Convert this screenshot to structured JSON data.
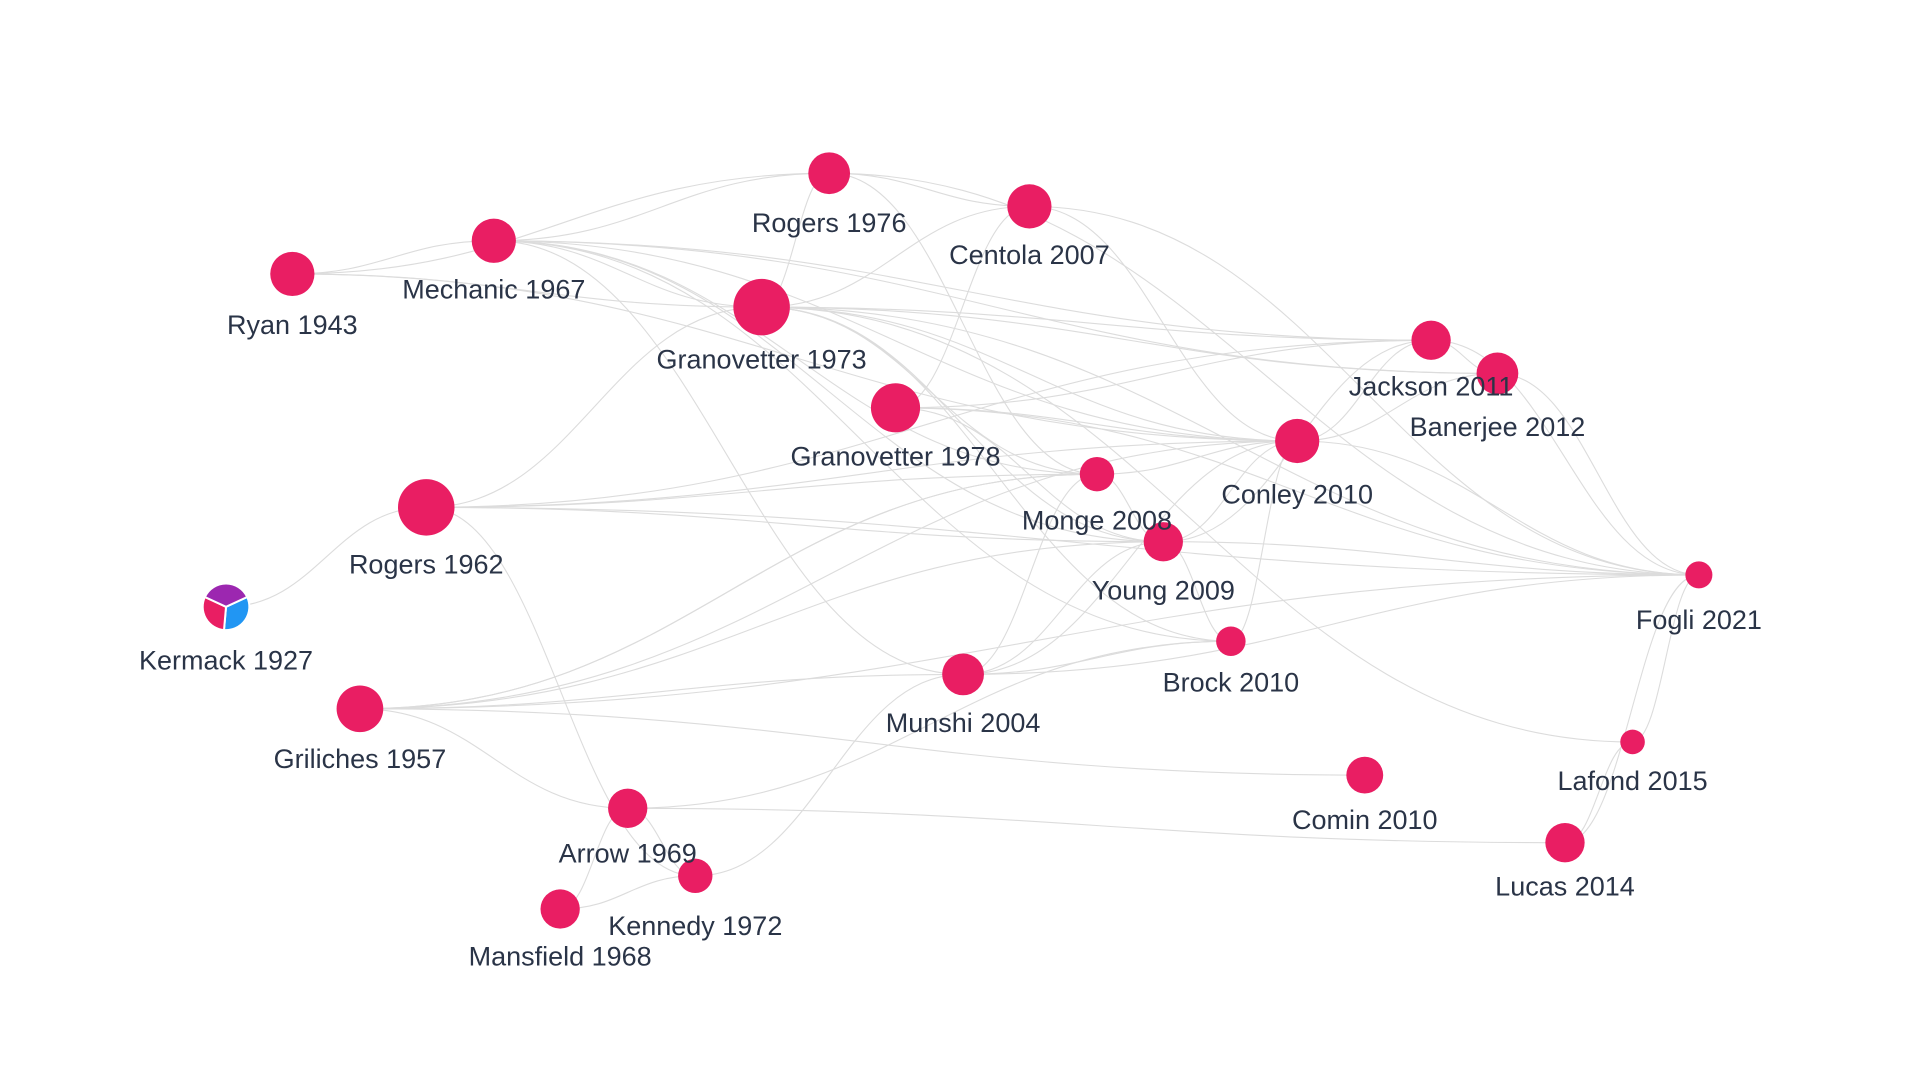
{
  "colors": {
    "node": "#e91e63",
    "edge": "#dcdcdc",
    "label": "#2a3447",
    "pie": [
      "#2196f3",
      "#e91e63",
      "#9c27b0"
    ]
  },
  "nodes": [
    {
      "id": "ryan1943",
      "label": "Ryan 1943"
    },
    {
      "id": "mechanic1967",
      "label": "Mechanic 1967"
    },
    {
      "id": "rogers1976",
      "label": "Rogers 1976"
    },
    {
      "id": "centola2007",
      "label": "Centola 2007"
    },
    {
      "id": "granovetter1973",
      "label": "Granovetter 1973"
    },
    {
      "id": "jackson2011",
      "label": "Jackson 2011"
    },
    {
      "id": "banerjee2012",
      "label": "Banerjee 2012"
    },
    {
      "id": "granovetter1978",
      "label": "Granovetter 1978"
    },
    {
      "id": "conley2010",
      "label": "Conley 2010"
    },
    {
      "id": "monge2008",
      "label": "Monge 2008"
    },
    {
      "id": "rogers1962",
      "label": "Rogers 1962"
    },
    {
      "id": "young2009",
      "label": "Young 2009"
    },
    {
      "id": "fogli2021",
      "label": "Fogli 2021"
    },
    {
      "id": "kermack1927",
      "label": "Kermack 1927"
    },
    {
      "id": "brock2010",
      "label": "Brock 2010"
    },
    {
      "id": "munshi2004",
      "label": "Munshi 2004"
    },
    {
      "id": "griliches1957",
      "label": "Griliches 1957"
    },
    {
      "id": "lafond2015",
      "label": "Lafond 2015"
    },
    {
      "id": "comin2010",
      "label": "Comin 2010"
    },
    {
      "id": "arrow1969",
      "label": "Arrow 1969"
    },
    {
      "id": "lucas2014",
      "label": "Lucas 2014"
    },
    {
      "id": "kennedy1972",
      "label": "Kennedy 1972"
    },
    {
      "id": "mansfield1968",
      "label": "Mansfield 1968"
    }
  ],
  "edges": [
    [
      "ryan1943",
      "mechanic1967"
    ],
    [
      "ryan1943",
      "granovetter1973"
    ],
    [
      "ryan1943",
      "conley2010"
    ],
    [
      "ryan1943",
      "rogers1976"
    ],
    [
      "mechanic1967",
      "rogers1976"
    ],
    [
      "mechanic1967",
      "granovetter1973"
    ],
    [
      "mechanic1967",
      "jackson2011"
    ],
    [
      "mechanic1967",
      "banerjee2012"
    ],
    [
      "mechanic1967",
      "conley2010"
    ],
    [
      "mechanic1967",
      "monge2008"
    ],
    [
      "mechanic1967",
      "young2009"
    ],
    [
      "mechanic1967",
      "munshi2004"
    ],
    [
      "mechanic1967",
      "brock2010"
    ],
    [
      "rogers1976",
      "centola2007"
    ],
    [
      "rogers1976",
      "granovetter1973"
    ],
    [
      "rogers1976",
      "monge2008"
    ],
    [
      "rogers1976",
      "fogli2021"
    ],
    [
      "centola2007",
      "granovetter1973"
    ],
    [
      "centola2007",
      "granovetter1978"
    ],
    [
      "centola2007",
      "fogli2021"
    ],
    [
      "centola2007",
      "conley2010"
    ],
    [
      "granovetter1973",
      "jackson2011"
    ],
    [
      "granovetter1973",
      "banerjee2012"
    ],
    [
      "granovetter1973",
      "conley2010"
    ],
    [
      "granovetter1973",
      "monge2008"
    ],
    [
      "granovetter1973",
      "young2009"
    ],
    [
      "granovetter1973",
      "rogers1962"
    ],
    [
      "granovetter1973",
      "fogli2021"
    ],
    [
      "granovetter1973",
      "brock2010"
    ],
    [
      "granovetter1978",
      "jackson2011"
    ],
    [
      "granovetter1978",
      "conley2010"
    ],
    [
      "granovetter1978",
      "young2009"
    ],
    [
      "granovetter1978",
      "fogli2021"
    ],
    [
      "conley2010",
      "jackson2011"
    ],
    [
      "conley2010",
      "banerjee2012"
    ],
    [
      "conley2010",
      "monge2008"
    ],
    [
      "conley2010",
      "young2009"
    ],
    [
      "conley2010",
      "munshi2004"
    ],
    [
      "conley2010",
      "brock2010"
    ],
    [
      "conley2010",
      "griliches1957"
    ],
    [
      "conley2010",
      "fogli2021"
    ],
    [
      "jackson2011",
      "banerjee2012"
    ],
    [
      "jackson2011",
      "fogli2021"
    ],
    [
      "jackson2011",
      "rogers1962"
    ],
    [
      "jackson2011",
      "young2009"
    ],
    [
      "banerjee2012",
      "fogli2021"
    ],
    [
      "monge2008",
      "rogers1962"
    ],
    [
      "monge2008",
      "munshi2004"
    ],
    [
      "monge2008",
      "young2009"
    ],
    [
      "monge2008",
      "griliches1957"
    ],
    [
      "young2009",
      "rogers1962"
    ],
    [
      "young2009",
      "munshi2004"
    ],
    [
      "young2009",
      "griliches1957"
    ],
    [
      "young2009",
      "brock2010"
    ],
    [
      "rogers1962",
      "fogli2021"
    ],
    [
      "rogers1962",
      "kennedy1972"
    ],
    [
      "rogers1962",
      "conley2010"
    ],
    [
      "rogers1962",
      "kermack1927"
    ],
    [
      "fogli2021",
      "lafond2015"
    ],
    [
      "fogli2021",
      "lucas2014"
    ],
    [
      "fogli2021",
      "munshi2004"
    ],
    [
      "fogli2021",
      "griliches1957"
    ],
    [
      "fogli2021",
      "young2009"
    ],
    [
      "lafond2015",
      "lucas2014"
    ],
    [
      "lafond2015",
      "granovetter1973"
    ],
    [
      "munshi2004",
      "brock2010"
    ],
    [
      "munshi2004",
      "griliches1957"
    ],
    [
      "munshi2004",
      "kennedy1972"
    ],
    [
      "brock2010",
      "arrow1969"
    ],
    [
      "griliches1957",
      "comin2010"
    ],
    [
      "griliches1957",
      "arrow1969"
    ],
    [
      "griliches1957",
      "monge2008"
    ],
    [
      "arrow1969",
      "lucas2014"
    ],
    [
      "arrow1969",
      "kennedy1972"
    ],
    [
      "arrow1969",
      "mansfield1968"
    ],
    [
      "kennedy1972",
      "mansfield1968"
    ]
  ]
}
